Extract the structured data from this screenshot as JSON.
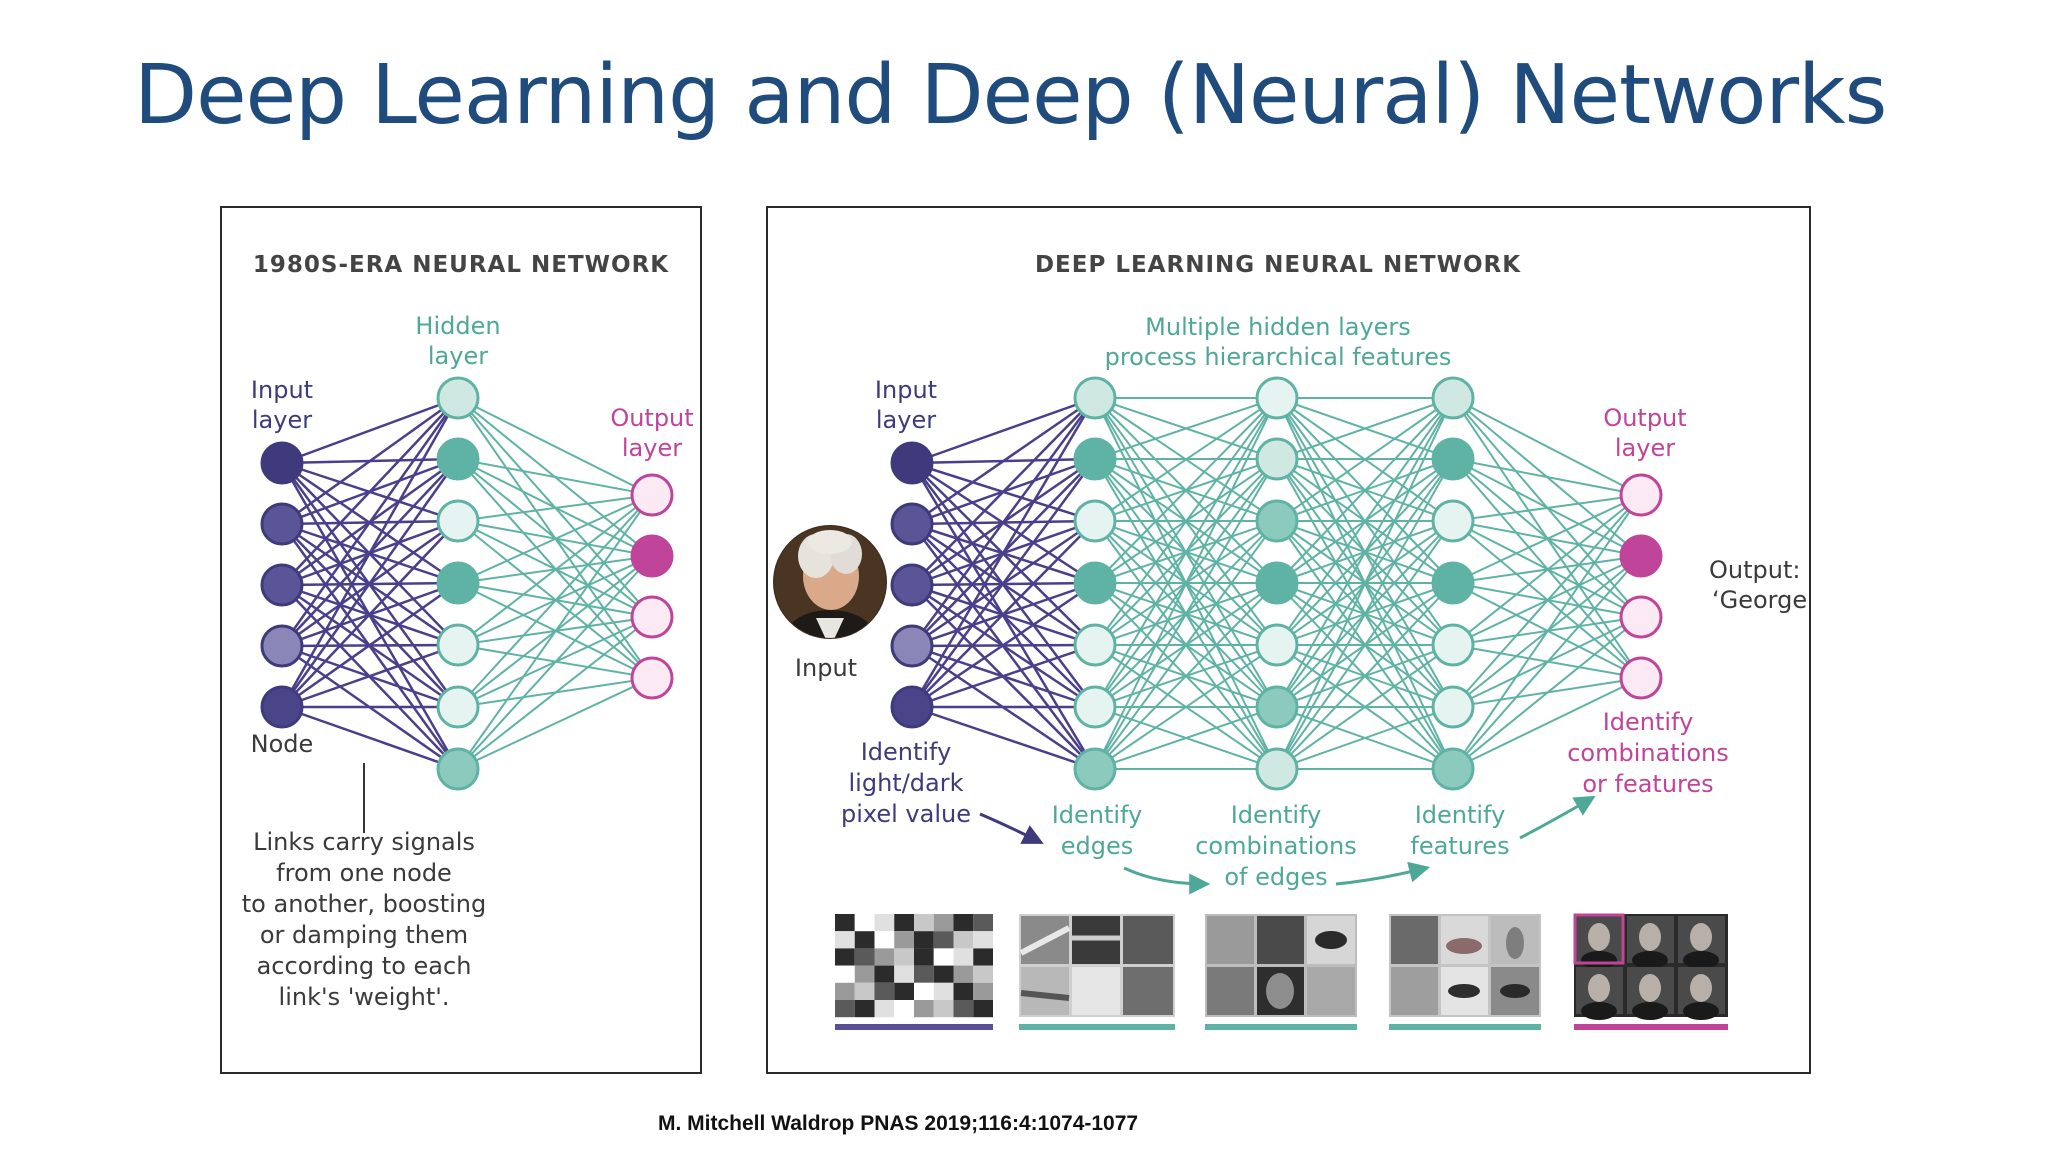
{
  "slide": {
    "title": "Deep Learning and Deep (Neural) Networks",
    "citation": "M. Mitchell Waldrop PNAS 2019;116:4:1074-1077"
  },
  "colors": {
    "title": "#1f4b7d",
    "input_node": "#4f4a8e",
    "hidden_link": "#5fb3a4",
    "input_link": "#4a3f8a",
    "output": "#c0449a",
    "text_dark": "#3a3a3a"
  },
  "left_panel": {
    "heading": "1980S-ERA NEURAL NETWORK",
    "hidden_label": [
      "Hidden",
      "layer"
    ],
    "input_label": [
      "Input",
      "layer"
    ],
    "output_label": [
      "Output",
      "layer"
    ],
    "node_label": "Node",
    "caption": [
      "Links carry signals",
      "from one node",
      "to another, boosting",
      "or damping them",
      "according to each",
      "link's 'weight'."
    ]
  },
  "right_panel": {
    "heading": "DEEP LEARNING NEURAL NETWORK",
    "hidden_label": [
      "Multiple hidden layers",
      "process hierarchical features"
    ],
    "input_label": [
      "Input",
      "layer"
    ],
    "output_label": [
      "Output",
      "layer"
    ],
    "output_value": [
      "Output:",
      "‘George’"
    ],
    "image_caption": "Input",
    "stage_labels": {
      "pixels": [
        "Identify",
        "light/dark",
        "pixel value"
      ],
      "edges": [
        "Identify",
        "edges"
      ],
      "combinations": [
        "Identify",
        "combinations",
        "of edges"
      ],
      "features": [
        "Identify",
        "features"
      ],
      "output": [
        "Identify",
        "combinations",
        "or features"
      ]
    }
  }
}
